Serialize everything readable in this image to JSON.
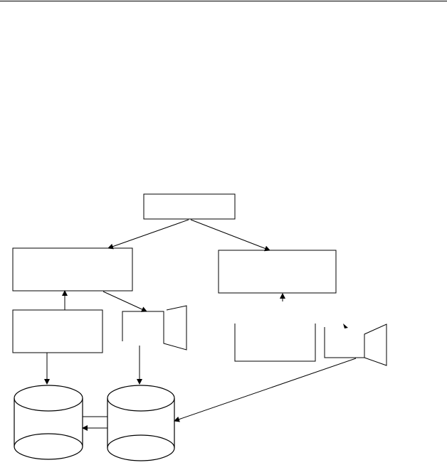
{
  "diagram": {
    "nodes": [
      {
        "id": "top-box",
        "label": ""
      },
      {
        "id": "left-box",
        "label": ""
      },
      {
        "id": "right-box",
        "label": ""
      },
      {
        "id": "left-lower-box",
        "label": ""
      },
      {
        "id": "left-screen",
        "label": ""
      },
      {
        "id": "right-lower-box",
        "label": ""
      },
      {
        "id": "right-screen",
        "label": ""
      },
      {
        "id": "left-database",
        "label": ""
      },
      {
        "id": "right-database",
        "label": ""
      }
    ]
  }
}
